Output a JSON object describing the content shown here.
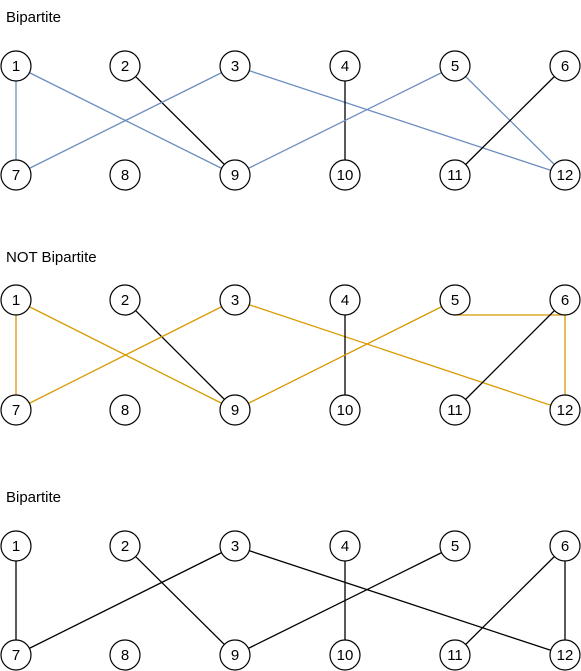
{
  "graphs": [
    {
      "title": "Bipartite",
      "top_nodes": [
        "1",
        "2",
        "3",
        "4",
        "5",
        "6"
      ],
      "bottom_nodes": [
        "7",
        "8",
        "9",
        "10",
        "11",
        "12"
      ],
      "edges": [
        {
          "from": "1",
          "to": "7",
          "color": "#6c8ebf"
        },
        {
          "from": "1",
          "to": "9",
          "color": "#6c8ebf"
        },
        {
          "from": "2",
          "to": "9",
          "color": "#000000"
        },
        {
          "from": "3",
          "to": "7",
          "color": "#6c8ebf"
        },
        {
          "from": "3",
          "to": "12",
          "color": "#6c8ebf"
        },
        {
          "from": "4",
          "to": "10",
          "color": "#000000"
        },
        {
          "from": "5",
          "to": "9",
          "color": "#6c8ebf"
        },
        {
          "from": "5",
          "to": "12",
          "color": "#6c8ebf"
        },
        {
          "from": "6",
          "to": "11",
          "color": "#000000"
        }
      ]
    },
    {
      "title": "NOT Bipartite",
      "top_nodes": [
        "1",
        "2",
        "3",
        "4",
        "5",
        "6"
      ],
      "bottom_nodes": [
        "7",
        "8",
        "9",
        "10",
        "11",
        "12"
      ],
      "edges": [
        {
          "from": "1",
          "to": "7",
          "color": "#d79b00"
        },
        {
          "from": "1",
          "to": "9",
          "color": "#d79b00"
        },
        {
          "from": "2",
          "to": "9",
          "color": "#000000"
        },
        {
          "from": "3",
          "to": "7",
          "color": "#d79b00"
        },
        {
          "from": "3",
          "to": "12",
          "color": "#d79b00"
        },
        {
          "from": "4",
          "to": "10",
          "color": "#000000"
        },
        {
          "from": "5",
          "to": "9",
          "color": "#d79b00"
        },
        {
          "from": "5",
          "to": "6",
          "color": "#d79b00",
          "route": "top-flat"
        },
        {
          "from": "6",
          "to": "12",
          "color": "#d79b00"
        },
        {
          "from": "6",
          "to": "11",
          "color": "#000000"
        }
      ]
    },
    {
      "title": "Bipartite",
      "top_nodes": [
        "1",
        "2",
        "3",
        "4",
        "5",
        "6"
      ],
      "bottom_nodes": [
        "7",
        "8",
        "9",
        "10",
        "11",
        "12"
      ],
      "edges": [
        {
          "from": "1",
          "to": "7",
          "color": "#000000"
        },
        {
          "from": "2",
          "to": "9",
          "color": "#000000"
        },
        {
          "from": "3",
          "to": "7",
          "color": "#000000"
        },
        {
          "from": "3",
          "to": "12",
          "color": "#000000"
        },
        {
          "from": "4",
          "to": "10",
          "color": "#000000"
        },
        {
          "from": "5",
          "to": "9",
          "color": "#000000"
        },
        {
          "from": "6",
          "to": "11",
          "color": "#000000"
        },
        {
          "from": "6",
          "to": "12",
          "color": "#000000"
        }
      ]
    }
  ]
}
